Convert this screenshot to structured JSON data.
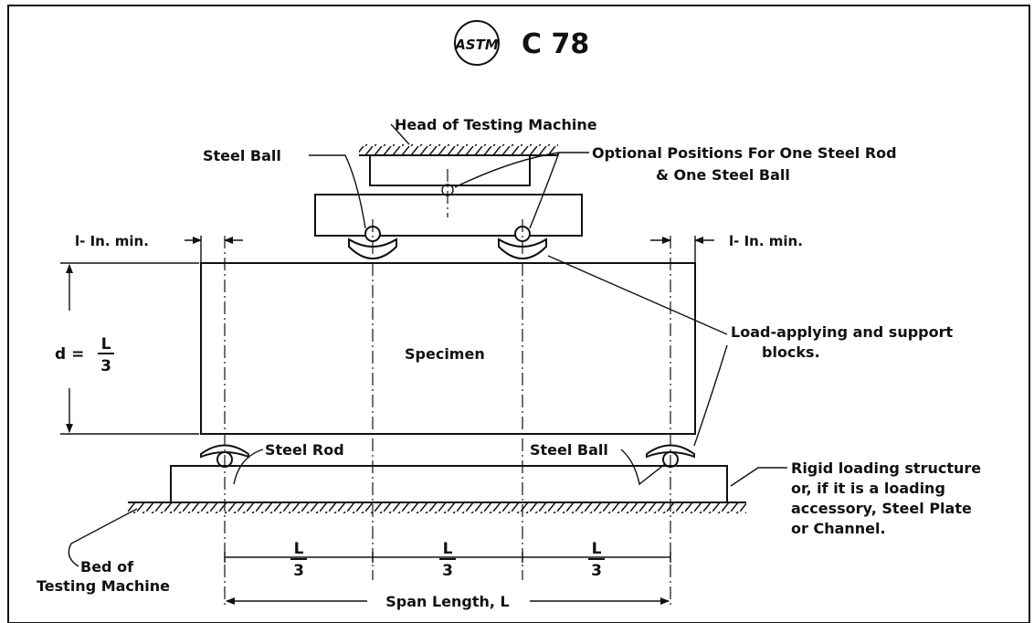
{
  "header": {
    "logo_text": "ASTM",
    "standard": "C 78"
  },
  "labels": {
    "head_of_machine": "Head of Testing Machine",
    "steel_ball_top": "Steel Ball",
    "optional_positions_line1": "Optional Positions For One Steel Rod",
    "optional_positions_line2": "& One Steel Ball",
    "min_left": "l- In. min.",
    "min_right": "l- In. min.",
    "specimen": "Specimen",
    "d_prefix": "d =",
    "frac_num": "L",
    "frac_den": "3",
    "load_blocks_line1": "Load-applying and support",
    "load_blocks_line2": "blocks.",
    "steel_rod": "Steel Rod",
    "steel_ball_bottom": "Steel Ball",
    "rigid_line1": "Rigid loading structure",
    "rigid_line2": "or, if it is a loading",
    "rigid_line3": "accessory, Steel Plate",
    "rigid_line4": "or Channel.",
    "bed_line1": "Bed of",
    "bed_line2": "Testing Machine",
    "span_length": "Span Length, L"
  }
}
